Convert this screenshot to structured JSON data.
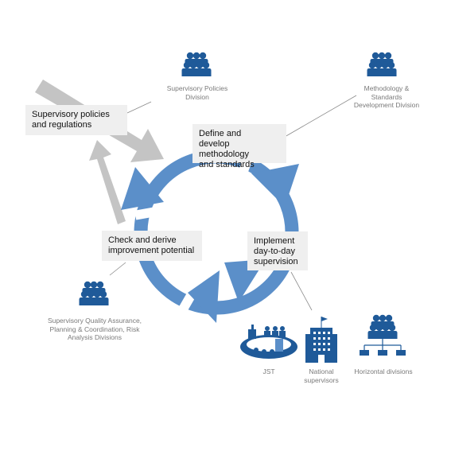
{
  "colors": {
    "cycle_blue": "#5b8fc9",
    "icon_blue": "#1f5a99",
    "feed_grey": "#c4c4c4",
    "box_bg": "#efefef",
    "label_grey": "#7a7a7a"
  },
  "boxes": {
    "policies": "Supervisory policies\nand regulations",
    "define": "Define and\ndevelop methodology\nand standards",
    "implement": "Implement\nday-to-day\nsupervision",
    "check": "Check and derive\nimprovement potential"
  },
  "labels": {
    "policies_division": "Supervisory Policies\nDivision",
    "methodology_division": "Methodology &\nStandards\nDevelopment Division",
    "qa_divisions": "Supervisory Quality Assurance,\nPlanning & Coordination, Risk\nAnalysis Divisions",
    "jst": "JST",
    "national": "National\nsupervisors",
    "horizontal": "Horizontal divisions"
  },
  "icons": [
    "people-group-icon",
    "building-icon",
    "org-chart-icon",
    "round-table-icon"
  ]
}
